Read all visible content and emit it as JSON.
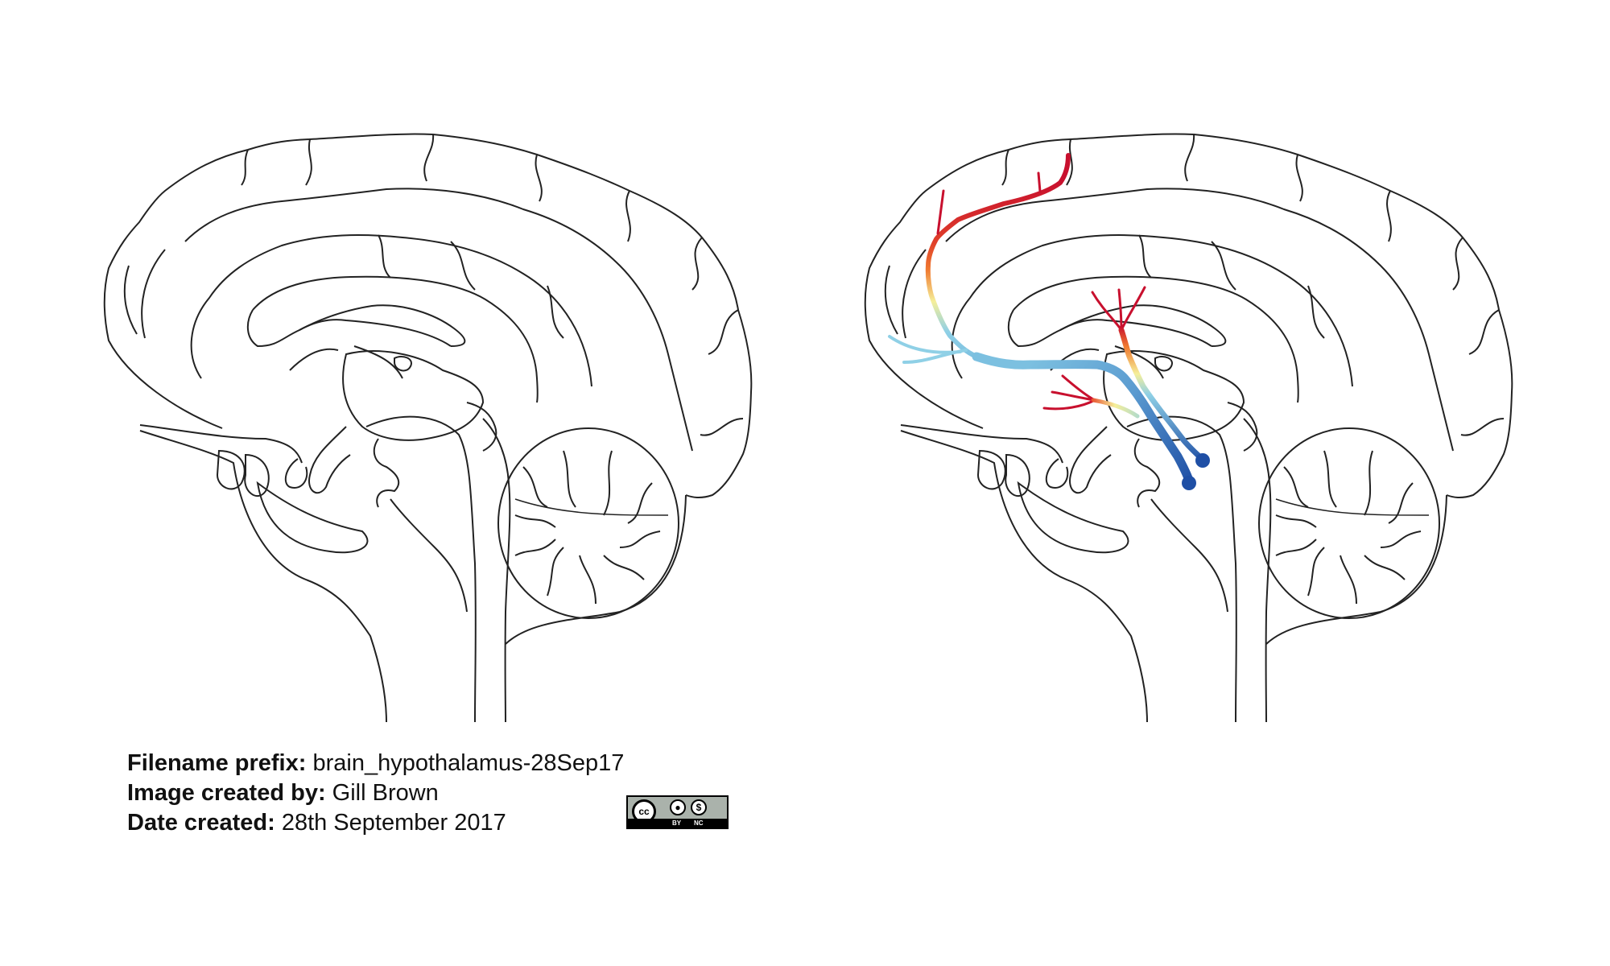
{
  "caption": {
    "filename_label": "Filename prefix:",
    "filename_value": "brain_hypothalamus-28Sep17",
    "creator_label": "Image created by:",
    "creator_value": "Gill Brown",
    "date_label": "Date created:",
    "date_value": "28th September 2017"
  },
  "license": {
    "cc": "cc",
    "by": "BY",
    "nc": "NC",
    "icons": [
      "cc-icon",
      "attribution-icon",
      "non-commercial-icon"
    ]
  },
  "colors": {
    "outline": "#222222",
    "pathway_red": "#c8102e",
    "pathway_orange": "#f07a30",
    "pathway_yellow": "#f5ef9a",
    "pathway_light_blue": "#8fd0e6",
    "pathway_dark_blue": "#1f4fa5"
  }
}
